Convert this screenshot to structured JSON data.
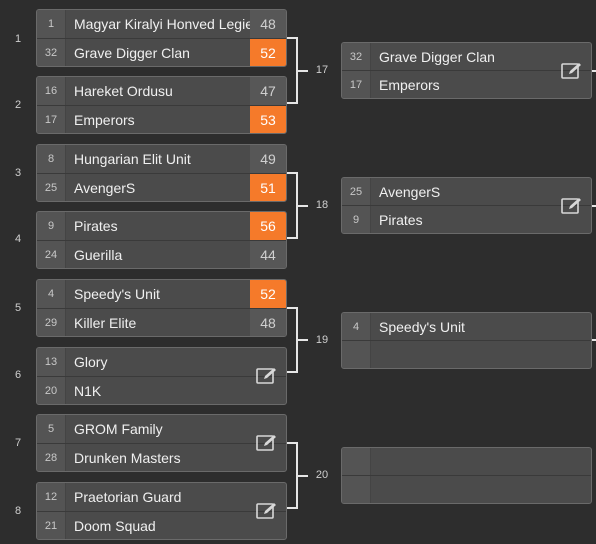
{
  "round1": [
    {
      "num": "1",
      "top": {
        "seed": "1",
        "name": "Magyar Kiralyi Honved Legie",
        "score": "48",
        "win": false
      },
      "bottom": {
        "seed": "32",
        "name": "Grave Digger Clan",
        "score": "52",
        "win": true
      }
    },
    {
      "num": "2",
      "top": {
        "seed": "16",
        "name": "Hareket Ordusu",
        "score": "47",
        "win": false
      },
      "bottom": {
        "seed": "17",
        "name": "Emperors",
        "score": "53",
        "win": true
      }
    },
    {
      "num": "3",
      "top": {
        "seed": "8",
        "name": "Hungarian Elit Unit",
        "score": "49",
        "win": false
      },
      "bottom": {
        "seed": "25",
        "name": "AvengerS",
        "score": "51",
        "win": true
      }
    },
    {
      "num": "4",
      "top": {
        "seed": "9",
        "name": "Pirates",
        "score": "56",
        "win": true
      },
      "bottom": {
        "seed": "24",
        "name": "Guerilla",
        "score": "44",
        "win": false
      }
    },
    {
      "num": "5",
      "top": {
        "seed": "4",
        "name": "Speedy's Unit",
        "score": "52",
        "win": true
      },
      "bottom": {
        "seed": "29",
        "name": "Killer Elite",
        "score": "48",
        "win": false
      }
    },
    {
      "num": "6",
      "top": {
        "seed": "13",
        "name": "Glory",
        "score": "",
        "win": false
      },
      "bottom": {
        "seed": "20",
        "name": "N1K",
        "score": "",
        "win": false
      },
      "editable": true
    },
    {
      "num": "7",
      "top": {
        "seed": "5",
        "name": "GROM Family",
        "score": "",
        "win": false
      },
      "bottom": {
        "seed": "28",
        "name": "Drunken Masters",
        "score": "",
        "win": false
      },
      "editable": true
    },
    {
      "num": "8",
      "top": {
        "seed": "12",
        "name": "Praetorian Guard",
        "score": "",
        "win": false
      },
      "bottom": {
        "seed": "21",
        "name": "Doom Squad",
        "score": "",
        "win": false
      },
      "editable": true
    }
  ],
  "round2": [
    {
      "num": "17",
      "top": {
        "seed": "32",
        "name": "Grave Digger Clan"
      },
      "bottom": {
        "seed": "17",
        "name": "Emperors"
      },
      "editable": true
    },
    {
      "num": "18",
      "top": {
        "seed": "25",
        "name": "AvengerS"
      },
      "bottom": {
        "seed": "9",
        "name": "Pirates"
      },
      "editable": true
    },
    {
      "num": "19",
      "top": {
        "seed": "4",
        "name": "Speedy's Unit"
      },
      "bottom": {
        "seed": "",
        "name": ""
      },
      "editable": false
    },
    {
      "num": "20",
      "top": {
        "seed": "",
        "name": ""
      },
      "bottom": {
        "seed": "",
        "name": ""
      },
      "editable": false
    }
  ],
  "icons": {
    "edit": "edit-pencil-icon"
  },
  "colors": {
    "background": "#2d2d2d",
    "match": "#4b4b4b",
    "win": "#f57a2a"
  }
}
